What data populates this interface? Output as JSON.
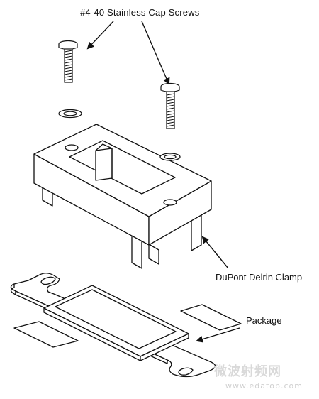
{
  "labels": {
    "screws": "#4-40 Stainless Cap Screws",
    "clamp": "DuPont Delrin Clamp",
    "package": "Package"
  },
  "watermark": {
    "text_cn": "微波射频网",
    "url": "www.edatop.com"
  },
  "colors": {
    "line": "#111111",
    "fill": "#ffffff",
    "watermark": "#d6d6d6"
  }
}
